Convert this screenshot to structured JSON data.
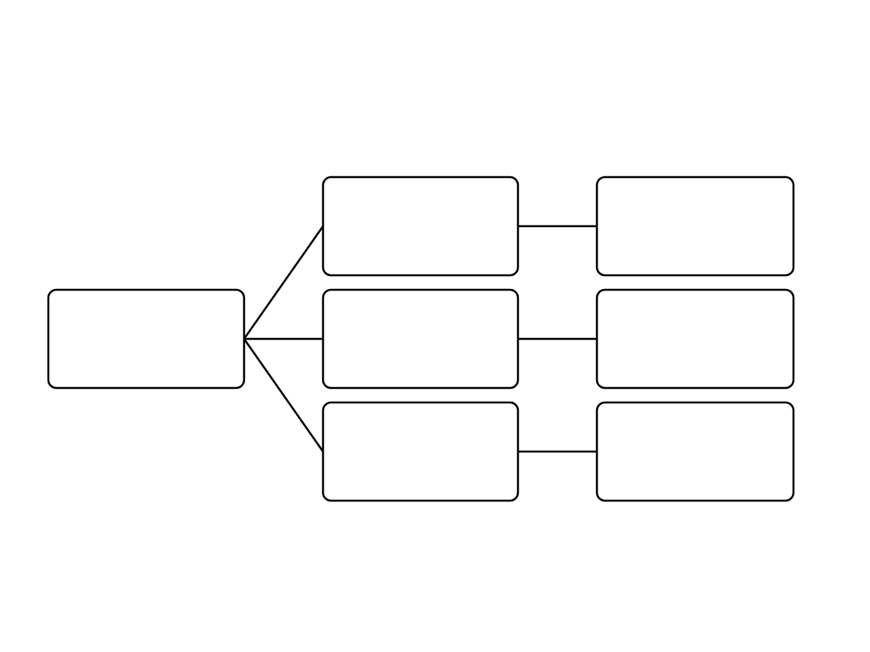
{
  "diagram": {
    "type": "tree",
    "stroke_color": "#000000",
    "fill_color": "#ffffff",
    "background": "#ffffff",
    "nodes": [
      {
        "id": "root",
        "label": ""
      },
      {
        "id": "level2-top",
        "label": ""
      },
      {
        "id": "level2-middle",
        "label": ""
      },
      {
        "id": "level2-bottom",
        "label": ""
      },
      {
        "id": "level3-top",
        "label": ""
      },
      {
        "id": "level3-middle",
        "label": ""
      },
      {
        "id": "level3-bottom",
        "label": ""
      }
    ],
    "edges": [
      {
        "from": "root",
        "to": "level2-top"
      },
      {
        "from": "root",
        "to": "level2-middle"
      },
      {
        "from": "root",
        "to": "level2-bottom"
      },
      {
        "from": "level2-top",
        "to": "level3-top"
      },
      {
        "from": "level2-middle",
        "to": "level3-middle"
      },
      {
        "from": "level2-bottom",
        "to": "level3-bottom"
      }
    ]
  }
}
